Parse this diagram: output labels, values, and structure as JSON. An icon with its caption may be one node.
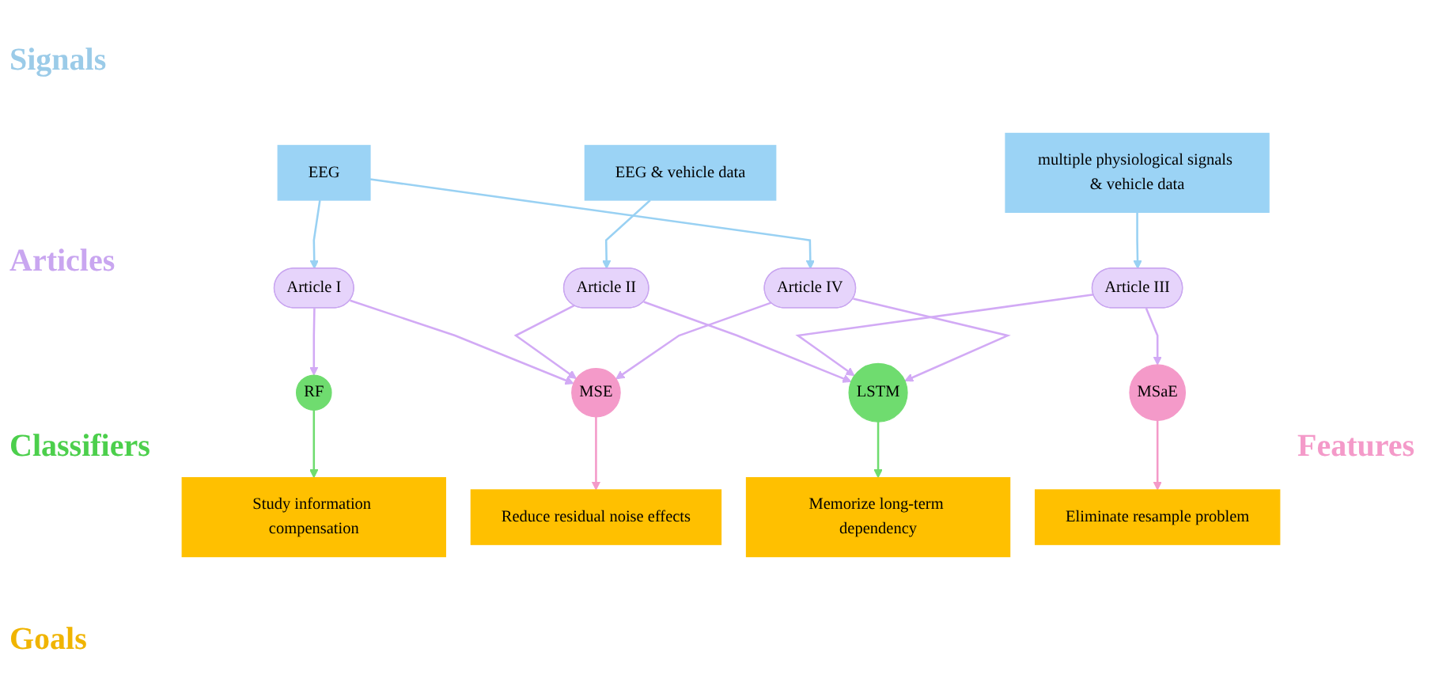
{
  "diagram": {
    "nodes": [
      {
        "text": [
          "EEG"
        ]
      },
      {
        "text": [
          "EEG & vehicle data"
        ]
      },
      {
        "text": [
          "multiple physiological signals & vehicle data"
        ]
      },
      {
        "text": [
          "Article I"
        ]
      },
      {
        "text": [
          "Article II"
        ]
      },
      {
        "text": [
          "Article III"
        ]
      },
      {
        "text": [
          "Article IV"
        ]
      },
      {
        "text": [
          "RF"
        ]
      },
      {
        "text": [
          "LSTM"
        ]
      },
      {
        "text": [
          "MSaE"
        ]
      },
      {
        "text": [
          "MSE"
        ]
      },
      {
        "text": [
          "Study information compensation"
        ]
      },
      {
        "text": [
          "Memorize long-term dependency"
        ]
      },
      {
        "text": [
          "Eliminate resample problem"
        ]
      },
      {
        "text": [
          "Reduce residual noise effects"
        ]
      }
    ],
    "edges": [
      {
        "from": 0,
        "to": 3,
        "arrow": "to",
        "color": "#99d1f3"
      },
      {
        "from": 0,
        "to": 6,
        "arrow": "to",
        "color": "#99d1f3"
      },
      {
        "from": 1,
        "to": 4,
        "arrow": "to",
        "color": "#99d1f3"
      },
      {
        "from": 2,
        "to": 5,
        "arrow": "to",
        "color": "#99d1f3"
      },
      {
        "from": 3,
        "to": 7,
        "arrow": "to"
      },
      {
        "from": 3,
        "to": 10,
        "arrow": "to"
      },
      {
        "from": 4,
        "to": 8,
        "arrow": "to"
      },
      {
        "from": 4,
        "to": 10,
        "arrow": "to"
      },
      {
        "from": 5,
        "to": 8,
        "arrow": "to"
      },
      {
        "from": 5,
        "to": 9,
        "arrow": "to"
      },
      {
        "from": 6,
        "to": 8,
        "arrow": "to"
      },
      {
        "from": 6,
        "to": 10,
        "arrow": "to"
      },
      {
        "from": 7,
        "to": 11,
        "arrow": "to",
        "color": "#6fdc6f"
      },
      {
        "from": 8,
        "to": 12,
        "arrow": "to",
        "color": "#6fdc6f"
      },
      {
        "from": 9,
        "to": 13,
        "arrow": "to",
        "color": "#f49ac9"
      },
      {
        "from": 10,
        "to": 14,
        "arrow": "to",
        "color": "#f49ac9"
      }
    ],
    "labels": [
      "Signals",
      "Articles",
      "Classifiers",
      "Features",
      "Goals"
    ]
  }
}
